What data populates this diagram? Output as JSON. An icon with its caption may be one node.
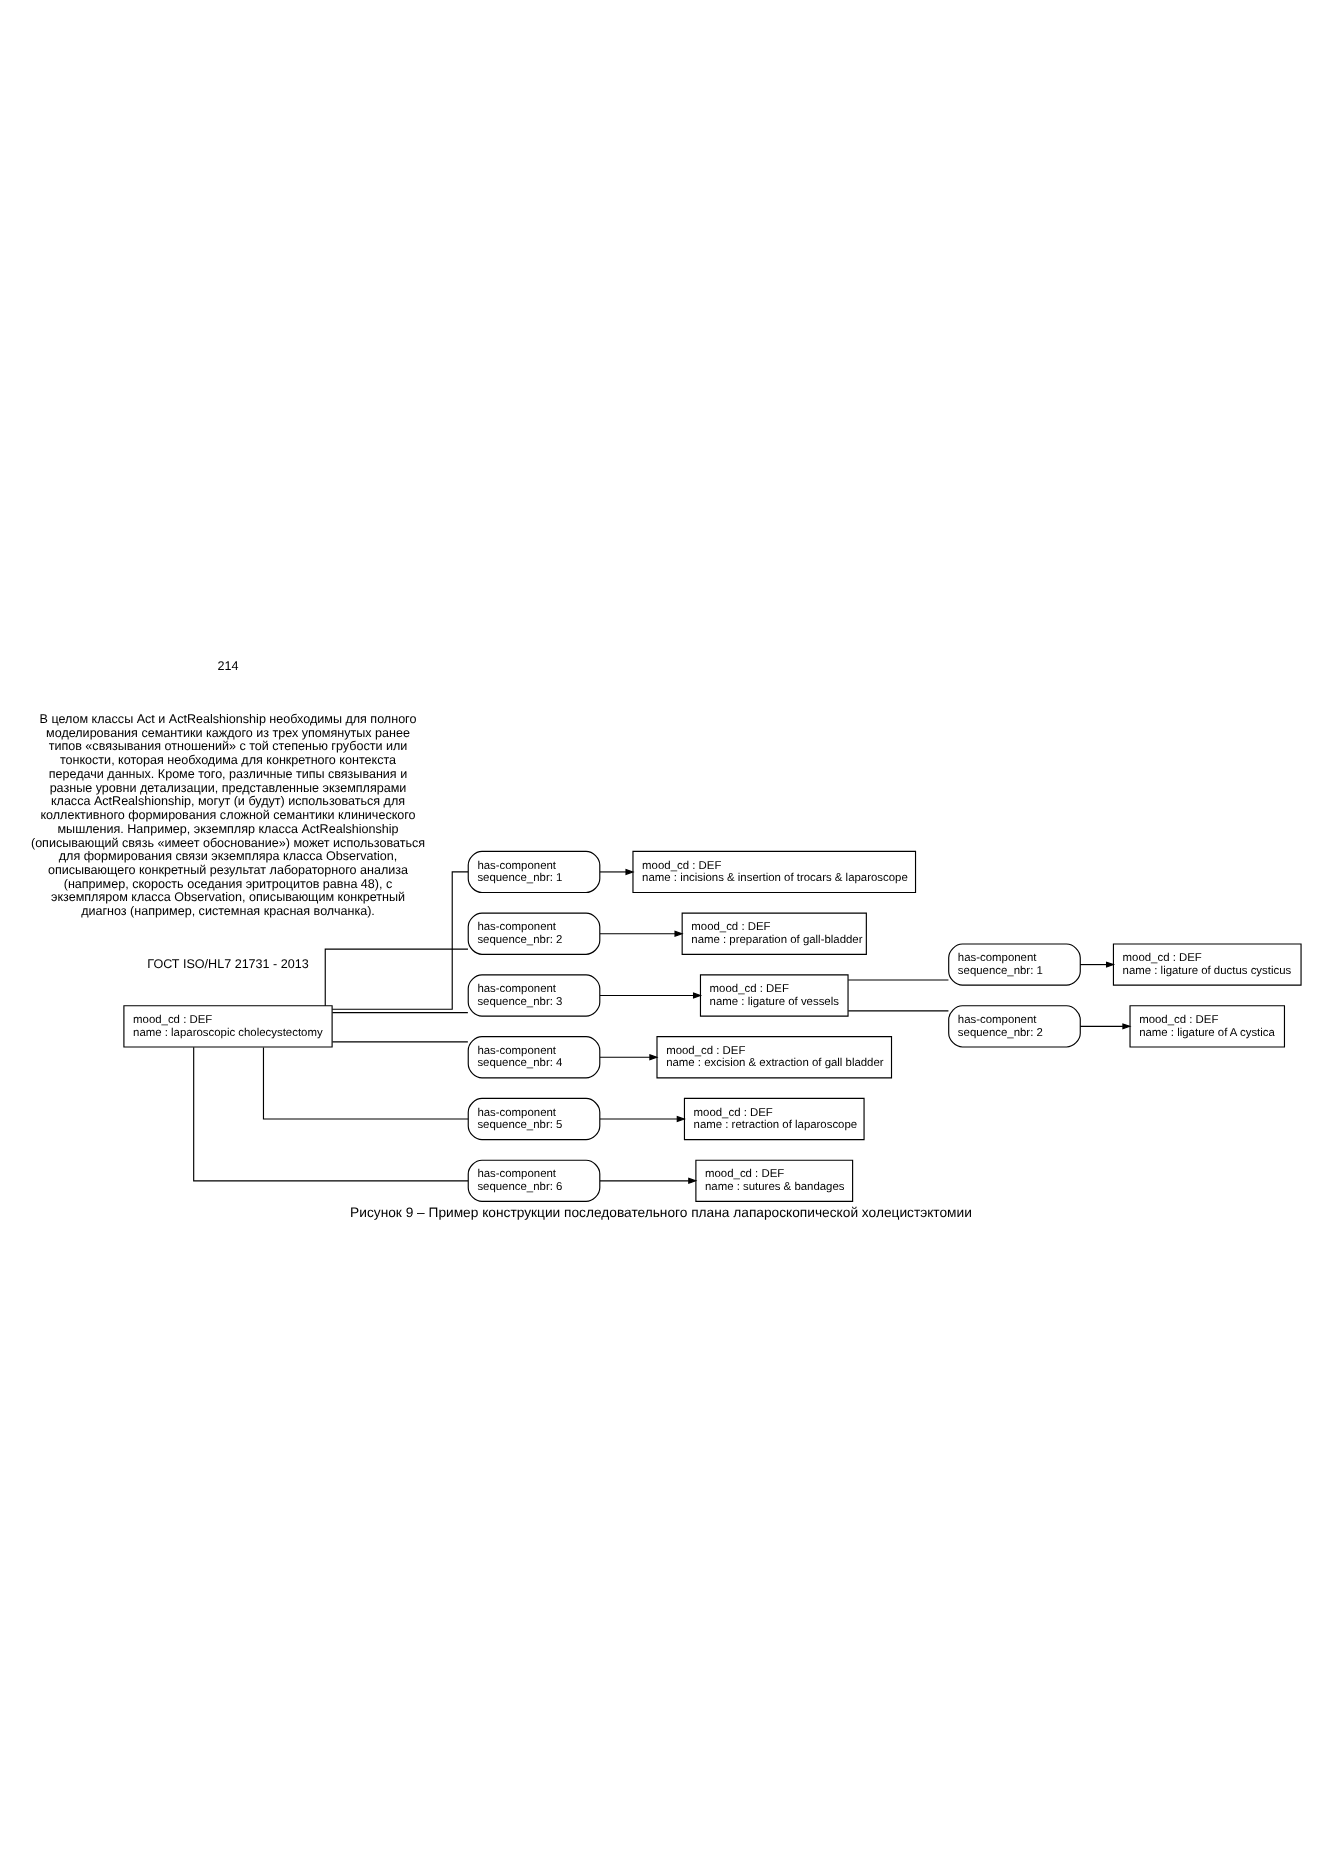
{
  "diagram": {
    "caption": "Рисунок 9 – Пример конструкции последовательного плана лапароскопической холецистэктомии",
    "nodes": [
      {
        "text": [
          "mood_cd : DEF",
          "name : laparoscopic cholecystectomy"
        ]
      },
      {
        "text": [
          "has-component",
          "sequence_nbr: 1"
        ]
      },
      {
        "text": [
          "mood_cd : DEF",
          "name : incisions & insertion of trocars & laparoscope"
        ]
      },
      {
        "text": [
          "has-component",
          "sequence_nbr: 2"
        ]
      },
      {
        "text": [
          "mood_cd : DEF",
          "name : preparation of gall-bladder"
        ]
      },
      {
        "text": [
          "has-component",
          "sequence_nbr: 3"
        ]
      },
      {
        "text": [
          "mood_cd : DEF",
          "name : ligature of vessels"
        ]
      },
      {
        "text": [
          "has-component",
          "sequence_nbr: 1"
        ]
      },
      {
        "text": [
          "mood_cd : DEF",
          "name : ligature of ductus cysticus"
        ]
      },
      {
        "text": [
          "has-component",
          "sequence_nbr: 2"
        ]
      },
      {
        "text": [
          "mood_cd : DEF",
          "name : ligature of A cystica"
        ]
      },
      {
        "text": [
          "has-component",
          "sequence_nbr: 4"
        ]
      },
      {
        "text": [
          "mood_cd : DEF",
          "name : excision & extraction of gall bladder"
        ]
      },
      {
        "text": [
          "has-component",
          "sequence_nbr: 5"
        ]
      },
      {
        "text": [
          "mood_cd : DEF",
          "name : retraction of laparoscope"
        ]
      },
      {
        "text": [
          "has-component",
          "sequence_nbr: 6"
        ]
      },
      {
        "text": [
          "mood_cd : DEF",
          "name : sutures & bandages"
        ]
      }
    ],
    "edges": [
      {
        "from": 0,
        "to": 1,
        "arrow": "none"
      },
      {
        "from": 1,
        "to": 2,
        "arrow": "to"
      },
      {
        "from": 0,
        "to": 3,
        "arrow": "none"
      },
      {
        "from": 3,
        "to": 4,
        "arrow": "to"
      },
      {
        "from": 0,
        "to": 5,
        "arrow": "none"
      },
      {
        "from": 5,
        "to": 6,
        "arrow": "to"
      },
      {
        "from": 6,
        "to": 7,
        "arrow": "none"
      },
      {
        "from": 7,
        "to": 8,
        "arrow": "to"
      },
      {
        "from": 6,
        "to": 9,
        "arrow": "none"
      },
      {
        "from": 9,
        "to": 10,
        "arrow": "to"
      },
      {
        "from": 0,
        "to": 11,
        "arrow": "none"
      },
      {
        "from": 11,
        "to": 12,
        "arrow": "to"
      },
      {
        "from": 0,
        "to": 13,
        "arrow": "none"
      },
      {
        "from": 13,
        "to": 14,
        "arrow": "to"
      },
      {
        "from": 0,
        "to": 15,
        "arrow": "none"
      },
      {
        "from": 15,
        "to": 16,
        "arrow": "to"
      }
    ],
    "labels": [
      "ГОСТ ISO/HL7 21731 - 2013",
      "В целом классы Act и ActRealshionship необходимы для полного моделирования семантики каждого из трех упомянутых ранее типов «связывания отношений» с той степенью грубости или тонкости, которая необходима для конкретного контекста передачи данных. Кроме того, различные типы связывания и разные уровни детализации, представленные экземплярами класса ActRealshionship, могут (и будут) использоваться для коллективного формирования сложной семантики клинического мышления. Например, экземпляр класса ActRealshionship (описывающий связь «имеет обоснование») может использоваться для формирования связи экземпляра класса Observation, описывающего конкретный результат лабораторного анализа (например, скорость оседания эритроцитов равна 48), с экземпляром класса Observation, описывающим конкретный диагноз (например, системная красная волчанка).",
      "214"
    ]
  }
}
